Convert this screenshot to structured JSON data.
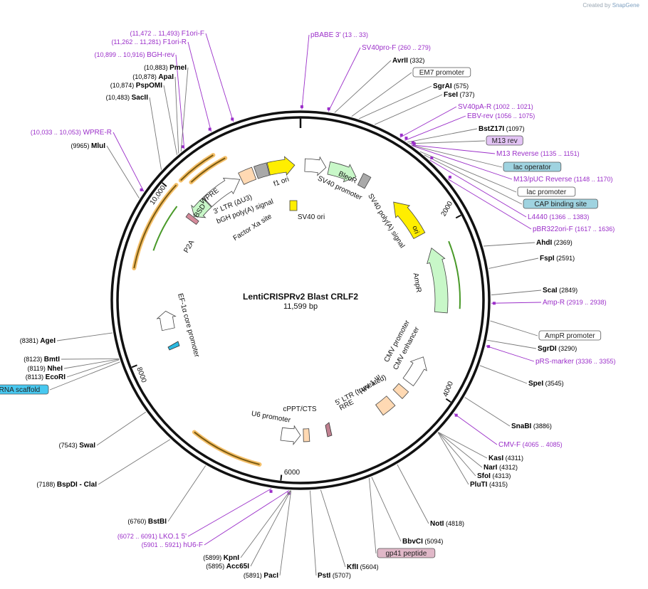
{
  "watermark": {
    "prefix": "Created by",
    "brand": "SnapGene"
  },
  "plasmid": {
    "name": "LentiCRISPRv2 Blast CRLF2",
    "length": "11,599 bp",
    "total_bp": 11599
  },
  "colors": {
    "enzyme": "#000000",
    "primer": "#9b2fc9",
    "feature_fill": "#c8f7c8",
    "promoter_fill": "#ffffff",
    "ori_fill": "#ffee00",
    "polyA_fill": "#a9a9a9",
    "ltr_fill": "#ffd9b3",
    "orf_arc": "#7a5a10",
    "orf_glow": "#f5c06a"
  },
  "ticks": [
    {
      "bp": 2000,
      "label": "2000"
    },
    {
      "bp": 4000,
      "label": "4000"
    },
    {
      "bp": 6000,
      "label": "6000"
    },
    {
      "bp": 8000,
      "label": "8000"
    },
    {
      "bp": 10000,
      "label": "10,000"
    }
  ],
  "left_labels": [
    {
      "kind": "primer",
      "range": "(11,472 .. 11,493)",
      "name": "F1ori-F"
    },
    {
      "kind": "primer",
      "range": "(11,262 .. 11,281)",
      "name": "F1ori-R"
    },
    {
      "kind": "primer",
      "range": "(10,899 .. 10,916)",
      "name": "BGH-rev"
    },
    {
      "kind": "enzyme",
      "pos": "(10,883)",
      "name": "PmeI"
    },
    {
      "kind": "enzyme",
      "pos": "(10,878)",
      "name": "ApaI"
    },
    {
      "kind": "enzyme",
      "pos": "(10,874)",
      "name": "PspOMI"
    },
    {
      "kind": "enzyme",
      "pos": "(10,483)",
      "name": "SacII"
    },
    {
      "kind": "primer",
      "range": "(10,033 .. 10,053)",
      "name": "WPRE-R"
    },
    {
      "kind": "enzyme",
      "pos": "(9965)",
      "name": "MluI"
    },
    {
      "kind": "enzyme",
      "pos": "(8381)",
      "name": "AgeI"
    },
    {
      "kind": "enzyme",
      "pos": "(8123)",
      "name": "BmtI"
    },
    {
      "kind": "enzyme",
      "pos": "(8119)",
      "name": "NheI"
    },
    {
      "kind": "enzyme",
      "pos": "(8113)",
      "name": "EcoRI"
    },
    {
      "kind": "feature",
      "name": "gRNA scaffold"
    },
    {
      "kind": "enzyme",
      "pos": "(7543)",
      "name": "SwaI"
    },
    {
      "kind": "enzyme",
      "pos": "(7188)",
      "name": "BspDI",
      "extra": "- ClaI"
    },
    {
      "kind": "enzyme",
      "pos": "(6760)",
      "name": "BstBI"
    },
    {
      "kind": "primer",
      "range": "(6072 .. 6091)",
      "name": "LKO.1 5'"
    },
    {
      "kind": "primer",
      "range": "(5901 .. 5921)",
      "name": "hU6-F"
    },
    {
      "kind": "enzyme",
      "pos": "(5899)",
      "name": "KpnI"
    },
    {
      "kind": "enzyme",
      "pos": "(5895)",
      "name": "Acc65I"
    },
    {
      "kind": "enzyme",
      "pos": "(5891)",
      "name": "PacI"
    }
  ],
  "right_labels": [
    {
      "kind": "primer",
      "name": "pBABE 3'",
      "range": "(13 .. 33)"
    },
    {
      "kind": "primer",
      "name": "SV40pro-F",
      "range": "(260 .. 279)"
    },
    {
      "kind": "enzyme",
      "name": "AvrII",
      "pos": "(332)"
    },
    {
      "kind": "boxed",
      "name": "EM7 promoter"
    },
    {
      "kind": "enzyme",
      "name": "SgrAI",
      "pos": "(575)"
    },
    {
      "kind": "enzyme",
      "name": "FseI",
      "pos": "(737)"
    },
    {
      "kind": "primer",
      "name": "SV40pA-R",
      "range": "(1002 .. 1021)"
    },
    {
      "kind": "primer",
      "name": "EBV-rev",
      "range": "(1056 .. 1075)"
    },
    {
      "kind": "enzyme",
      "name": "BstZ17I",
      "pos": "(1097)"
    },
    {
      "kind": "boxed_purple",
      "name": "M13 rev"
    },
    {
      "kind": "primer",
      "name": "M13 Reverse",
      "range": "(1135 .. 1151)"
    },
    {
      "kind": "boxed_teal",
      "name": "lac operator"
    },
    {
      "kind": "primer",
      "name": "M13/pUC Reverse",
      "range": "(1148 .. 1170)"
    },
    {
      "kind": "boxed",
      "name": "lac promoter"
    },
    {
      "kind": "boxed_teal",
      "name": "CAP binding site"
    },
    {
      "kind": "primer",
      "name": "L4440",
      "range": "(1366 .. 1383)"
    },
    {
      "kind": "primer",
      "name": "pBR322ori-F",
      "range": "(1617 .. 1636)"
    },
    {
      "kind": "enzyme",
      "name": "AhdI",
      "pos": "(2369)"
    },
    {
      "kind": "enzyme",
      "name": "FspI",
      "pos": "(2591)"
    },
    {
      "kind": "enzyme",
      "name": "ScaI",
      "pos": "(2849)"
    },
    {
      "kind": "primer",
      "name": "Amp-R",
      "range": "(2919 .. 2938)"
    },
    {
      "kind": "boxed",
      "name": "AmpR promoter"
    },
    {
      "kind": "enzyme",
      "name": "SgrDI",
      "pos": "(3290)"
    },
    {
      "kind": "primer",
      "name": "pRS-marker",
      "range": "(3336 .. 3355)"
    },
    {
      "kind": "enzyme",
      "name": "SpeI",
      "pos": "(3545)"
    },
    {
      "kind": "enzyme",
      "name": "SnaBI",
      "pos": "(3886)"
    },
    {
      "kind": "primer",
      "name": "CMV-F",
      "range": "(4065 .. 4085)"
    },
    {
      "kind": "enzyme",
      "name": "KasI",
      "pos": "(4311)"
    },
    {
      "kind": "enzyme",
      "name": "NarI",
      "pos": "(4312)"
    },
    {
      "kind": "enzyme",
      "name": "SfoI",
      "pos": "(4313)"
    },
    {
      "kind": "enzyme",
      "name": "PluTI",
      "pos": "(4315)"
    },
    {
      "kind": "enzyme",
      "name": "NotI",
      "pos": "(4818)"
    },
    {
      "kind": "enzyme",
      "name": "BbvCI",
      "pos": "(5094)"
    },
    {
      "kind": "boxed_pink",
      "name": "gp41 peptide"
    },
    {
      "kind": "enzyme",
      "name": "KflI",
      "pos": "(5604)"
    },
    {
      "kind": "enzyme",
      "name": "PstI",
      "pos": "(5707)"
    }
  ],
  "inner_labels": [
    "f1 ori",
    "3' LTR (ΔU3)",
    "bGH poly(A) signal",
    "WPRE",
    "BSD",
    "P2A",
    "Factor Xa site",
    "SV40 ori",
    "SV40 promoter",
    "BleoR",
    "SV40 poly(A) signal",
    "ori",
    "AmpR",
    "CMV promoter",
    "CMV enhancer",
    "HIV-1 Ψ",
    "RRE",
    "5' LTR (truncated)",
    "cPPT/CTS",
    "U6 promoter",
    "EF-1α core promoter"
  ]
}
